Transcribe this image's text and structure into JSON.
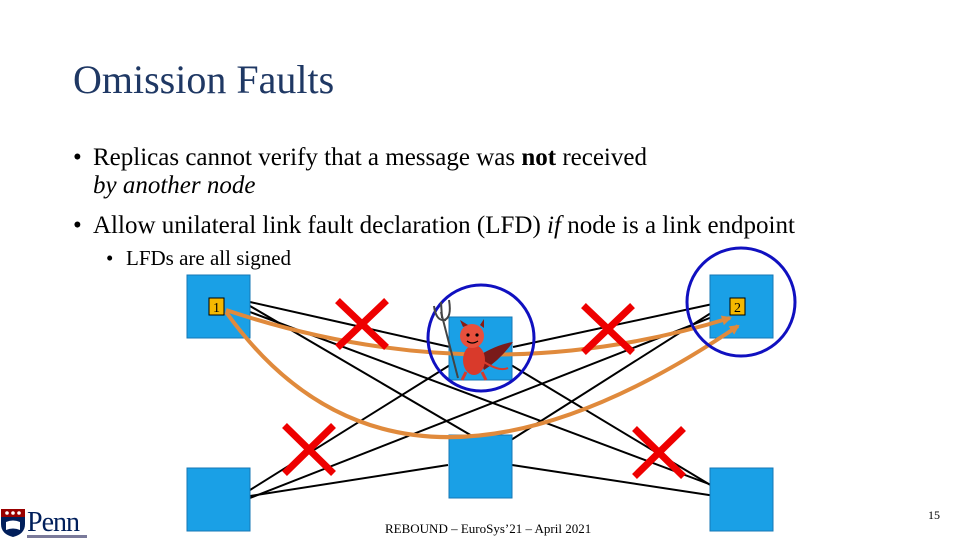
{
  "slide": {
    "title": "Omission Faults",
    "bullets": [
      {
        "pre": "Replicas cannot verify that a message was ",
        "bold": "not",
        "post": " received",
        "line2": "by another node"
      },
      {
        "pre": "Allow unilateral link fault declaration (LFD) ",
        "italic": "if",
        "post": " node is a link endpoint"
      }
    ],
    "sub_bullet": "LFDs are all signed",
    "bullet_char": "•"
  },
  "diagram": {
    "node_labels": {
      "n1": "1",
      "n2": "2"
    },
    "colors": {
      "node_fill": "#1aa0e6",
      "node_stroke": "#1677b5",
      "label_fill": "#f5b800",
      "link": "#000000",
      "message_arrow": "#e08a3c",
      "fault_cross": "#ee0000",
      "circle": "#1010c0"
    },
    "icon": "devil-icon"
  },
  "footer": {
    "text": "REBOUND – EuroSys’21 – April 2021",
    "page_number": "15",
    "logo_text": "Penn"
  }
}
